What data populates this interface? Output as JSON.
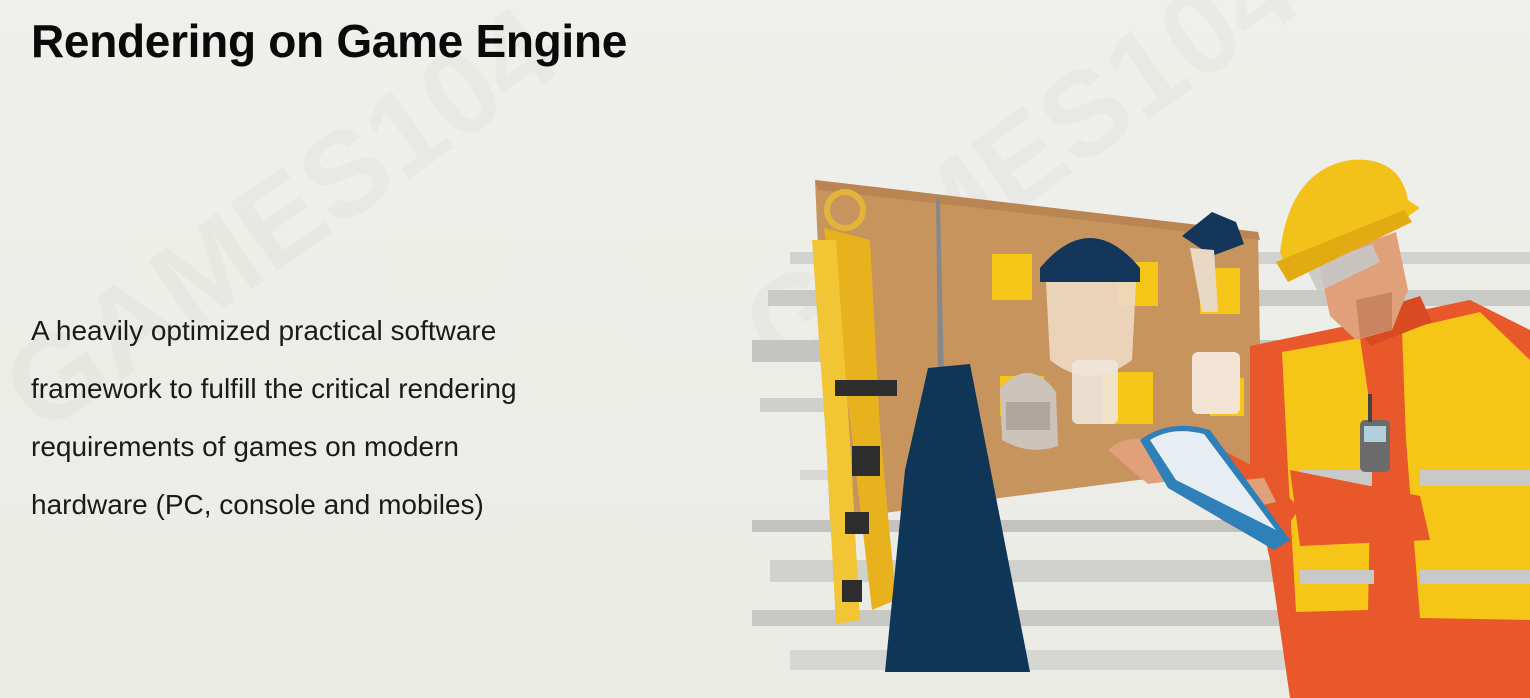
{
  "slide": {
    "title": "Rendering on Game Engine",
    "body_lines": [
      "A heavily optimized practical software",
      "framework to fulfill the critical rendering",
      "requirements of games on modern",
      "hardware (PC, console and mobiles)"
    ]
  },
  "illustration": {
    "subject": "worker-with-tablet-and-tool-board-icon"
  },
  "colors": {
    "background": "#ecece8",
    "title": "#0a0a0a",
    "text": "#1a1a1a",
    "board": "#c8945e",
    "hardhat": "#f2c21b",
    "vest": "#f5c518",
    "jacket": "#e8582a",
    "apron": "#0f3557"
  }
}
